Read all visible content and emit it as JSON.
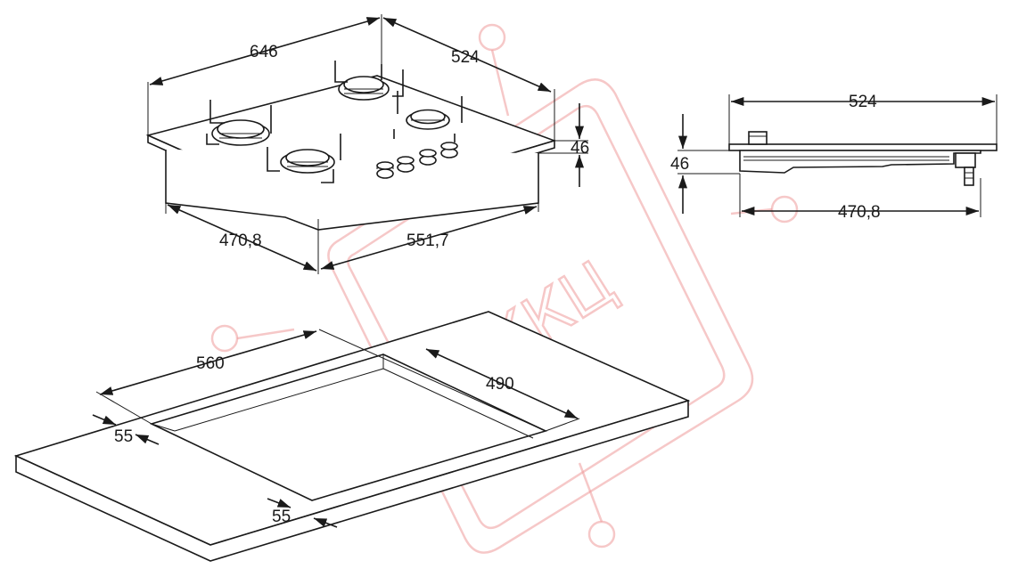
{
  "hob_top_view": {
    "width": "646",
    "depth": "524",
    "height": "46",
    "body_depth": "470,8",
    "body_width": "551,7"
  },
  "hob_side_view": {
    "depth": "524",
    "height": "46",
    "body_depth": "470,8"
  },
  "cutout": {
    "width": "560",
    "depth": "490",
    "edge_offset_side": "55",
    "edge_offset_front": "55"
  },
  "watermark": {
    "text": "ККЦ"
  }
}
